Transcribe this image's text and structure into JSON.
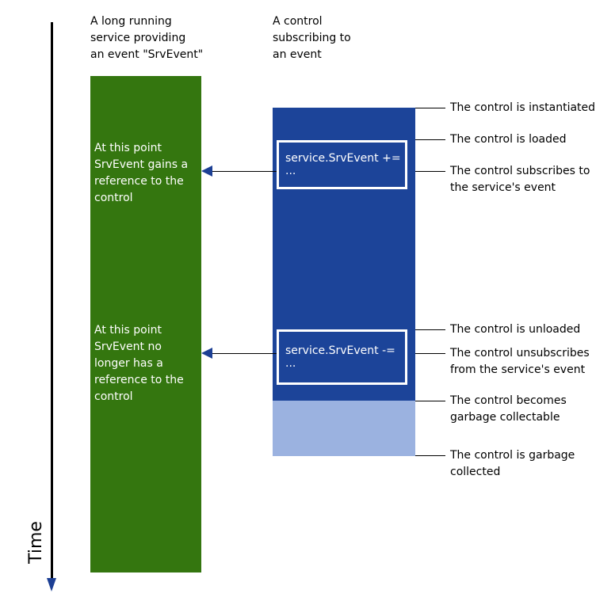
{
  "timeline": {
    "label": "Time",
    "colors": {
      "axis": "#000000",
      "arrowhead": "#1c3f94"
    }
  },
  "columns": {
    "service": {
      "header": "A long running\nservice providing\nan event \"SrvEvent\"",
      "color": "#34760f"
    },
    "control": {
      "header": "A control\nsubscribing to\nan event",
      "color": "#1c4499",
      "collectable_color": "#9bb2e0"
    }
  },
  "service_notes": [
    {
      "text": "At this point\nSrvEvent gains a\nreference to the\ncontrol"
    },
    {
      "text": "At this point\nSrvEvent no\nlonger  has a\nreference to the\ncontrol"
    }
  ],
  "code_boxes": [
    {
      "text": "service.SrvEvent += ..."
    },
    {
      "text": "service.SrvEvent -= ..."
    }
  ],
  "milestones": [
    {
      "text": "The control is instantiated"
    },
    {
      "text": "The control is loaded"
    },
    {
      "text": "The control subscribes to\nthe service's event"
    },
    {
      "text": "The control is unloaded"
    },
    {
      "text": "The control unsubscribes\nfrom the service's event"
    },
    {
      "text": "The control becomes\ngarbage collectable"
    },
    {
      "text": "The control is garbage\ncollected"
    }
  ]
}
